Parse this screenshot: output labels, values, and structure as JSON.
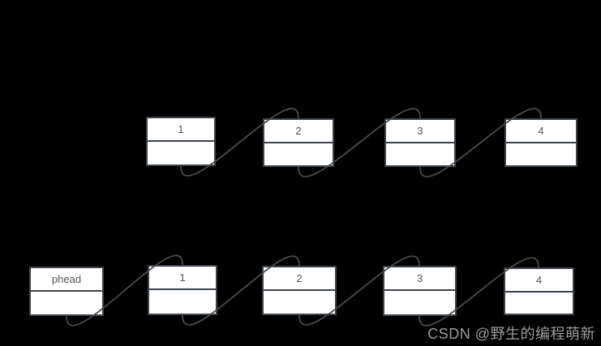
{
  "diagram": {
    "description_type": "singly-linked-list-diagram",
    "top_list": {
      "nodes": [
        {
          "label": "1"
        },
        {
          "label": "2"
        },
        {
          "label": "3"
        },
        {
          "label": "4"
        }
      ]
    },
    "bottom_list": {
      "nodes": [
        {
          "label": "phead"
        },
        {
          "label": "1"
        },
        {
          "label": "2"
        },
        {
          "label": "3"
        },
        {
          "label": "4"
        }
      ]
    }
  },
  "watermark": {
    "text": "CSDN @野生的编程萌新"
  },
  "colors": {
    "background": "#000000",
    "node_fill": "#ffffff",
    "node_border": "#3c434a",
    "connector": "#474b4f",
    "node_label": "#4d5358",
    "watermark": "#9c9c9c"
  }
}
